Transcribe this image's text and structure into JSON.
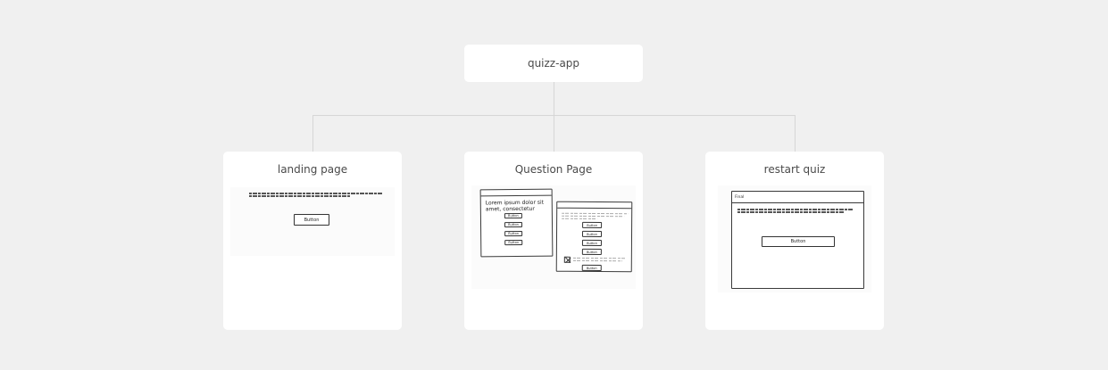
{
  "root": {
    "label": "quizz-app"
  },
  "cards": [
    {
      "title": "landing page",
      "wireframe": {
        "button_label": "Button"
      }
    },
    {
      "title": "Question Page",
      "wireframe": {
        "left_heading": "Lorem ipsum dolor sit amet, consectetur",
        "left_buttons": [
          "Button",
          "Button",
          "Button",
          "Button"
        ],
        "right_buttons": [
          "Button",
          "Button",
          "Button",
          "Button"
        ],
        "right_submit": "Button"
      }
    },
    {
      "title": "restart quiz",
      "wireframe": {
        "window_title": "Final",
        "button_label": "Button"
      }
    }
  ]
}
